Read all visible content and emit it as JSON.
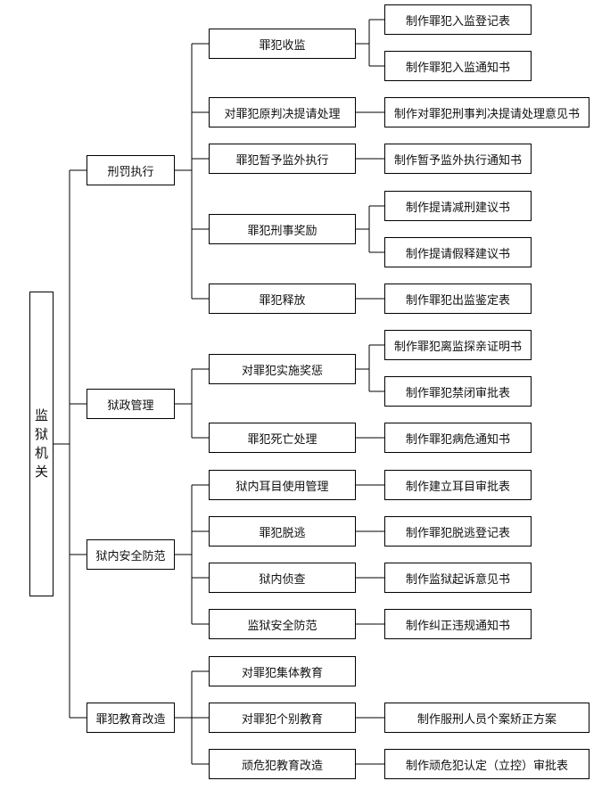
{
  "root": {
    "label": "监狱机关"
  },
  "categories": [
    {
      "label": "刑罚执行",
      "items": [
        {
          "label": "罪犯收监",
          "docs": [
            "制作罪犯入监登记表",
            "制作罪犯入监通知书"
          ]
        },
        {
          "label": "对罪犯原判决提请处理",
          "docs": [
            "制作对罪犯刑事判决提请处理意见书"
          ]
        },
        {
          "label": "罪犯暂予监外执行",
          "docs": [
            "制作暂予监外执行通知书"
          ]
        },
        {
          "label": "罪犯刑事奖励",
          "docs": [
            "制作提请减刑建议书",
            "制作提请假释建议书"
          ]
        },
        {
          "label": "罪犯释放",
          "docs": [
            "制作罪犯出监鉴定表"
          ]
        }
      ]
    },
    {
      "label": "狱政管理",
      "items": [
        {
          "label": "对罪犯实施奖惩",
          "docs": [
            "制作罪犯离监探亲证明书",
            "制作罪犯禁闭审批表"
          ]
        },
        {
          "label": "罪犯死亡处理",
          "docs": [
            "制作罪犯病危通知书"
          ]
        }
      ]
    },
    {
      "label": "狱内安全防范",
      "items": [
        {
          "label": "狱内耳目使用管理",
          "docs": [
            "制作建立耳目审批表"
          ]
        },
        {
          "label": "罪犯脱逃",
          "docs": [
            "制作罪犯脱逃登记表"
          ]
        },
        {
          "label": "狱内侦查",
          "docs": [
            "制作监狱起诉意见书"
          ]
        },
        {
          "label": "监狱安全防范",
          "docs": [
            "制作纠正违规通知书"
          ]
        }
      ]
    },
    {
      "label": "罪犯教育改造",
      "items": [
        {
          "label": "对罪犯集体教育",
          "docs": []
        },
        {
          "label": "对罪犯个别教育",
          "docs": [
            "制作服刑人员个案矫正方案"
          ]
        },
        {
          "label": "顽危犯教育改造",
          "docs": [
            "制作顽危犯认定（立控）审批表"
          ]
        }
      ]
    }
  ]
}
